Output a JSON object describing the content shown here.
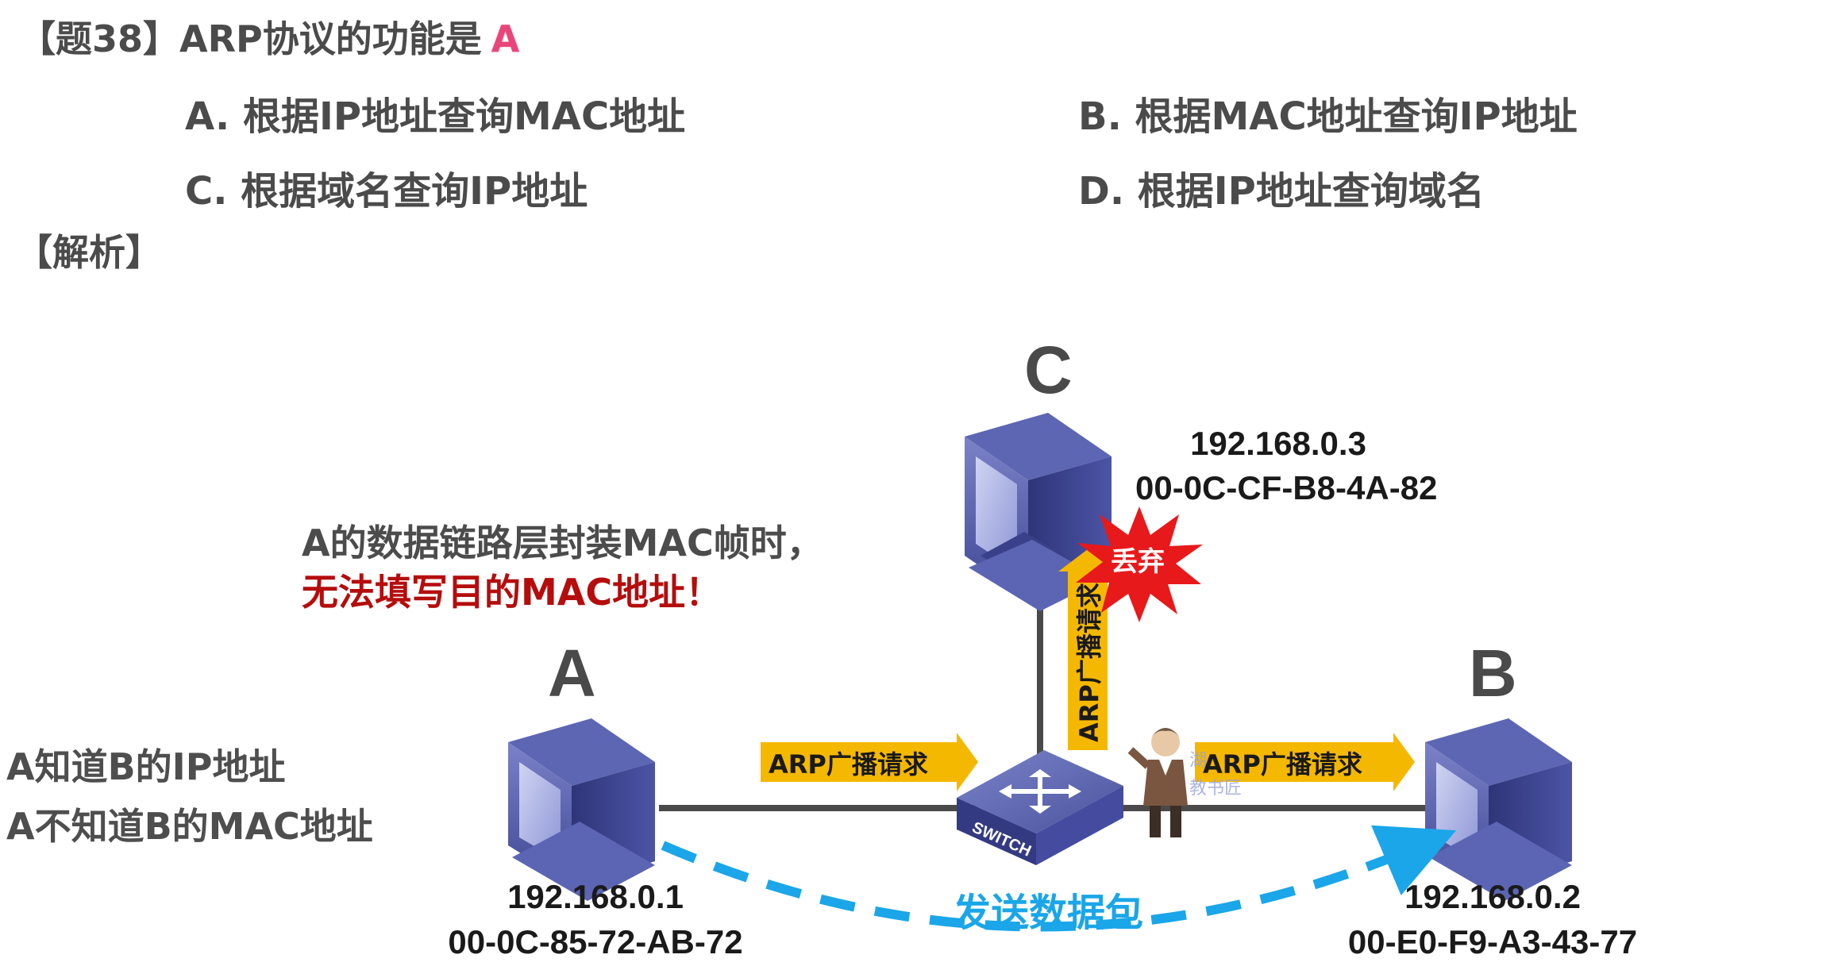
{
  "question": {
    "title": "【题38】ARP协议的功能是",
    "answer": "A",
    "options": [
      {
        "text": "A. 根据IP地址查询MAC地址"
      },
      {
        "text": "B. 根据MAC地址查询IP地址"
      },
      {
        "text": "C. 根据域名查询IP地址"
      },
      {
        "text": "D. 根据IP地址查询域名"
      }
    ],
    "analysis_label": "【解析】"
  },
  "diagram": {
    "nodes": {
      "a": {
        "label": "A",
        "ip": "192.168.0.1",
        "mac": "00-0C-85-72-AB-72"
      },
      "b": {
        "label": "B",
        "ip": "192.168.0.2",
        "mac": "00-E0-F9-A3-43-77"
      },
      "c": {
        "label": "C",
        "ip": "192.168.0.3",
        "mac": "00-0C-CF-B8-4A-82"
      }
    },
    "switch_label": "SWITCH",
    "arp_request_label": "ARP广播请求",
    "discard_label": "丢弃",
    "send_packet_label": "发送数据包",
    "note_line1": "A的数据链路层封装MAC帧时，",
    "note_line2": "无法填写目的MAC地址！",
    "side_line1": "A知道B的IP地址",
    "side_line2": "A不知道B的MAC地址",
    "watermark_line1": "湖",
    "watermark_line2": "教书匠",
    "colors": {
      "arrow_fill": "#f5b800",
      "dashed_arrow": "#1aa6e8",
      "discard_burst": "#e8191b",
      "link_line": "#4a4a4a"
    }
  }
}
